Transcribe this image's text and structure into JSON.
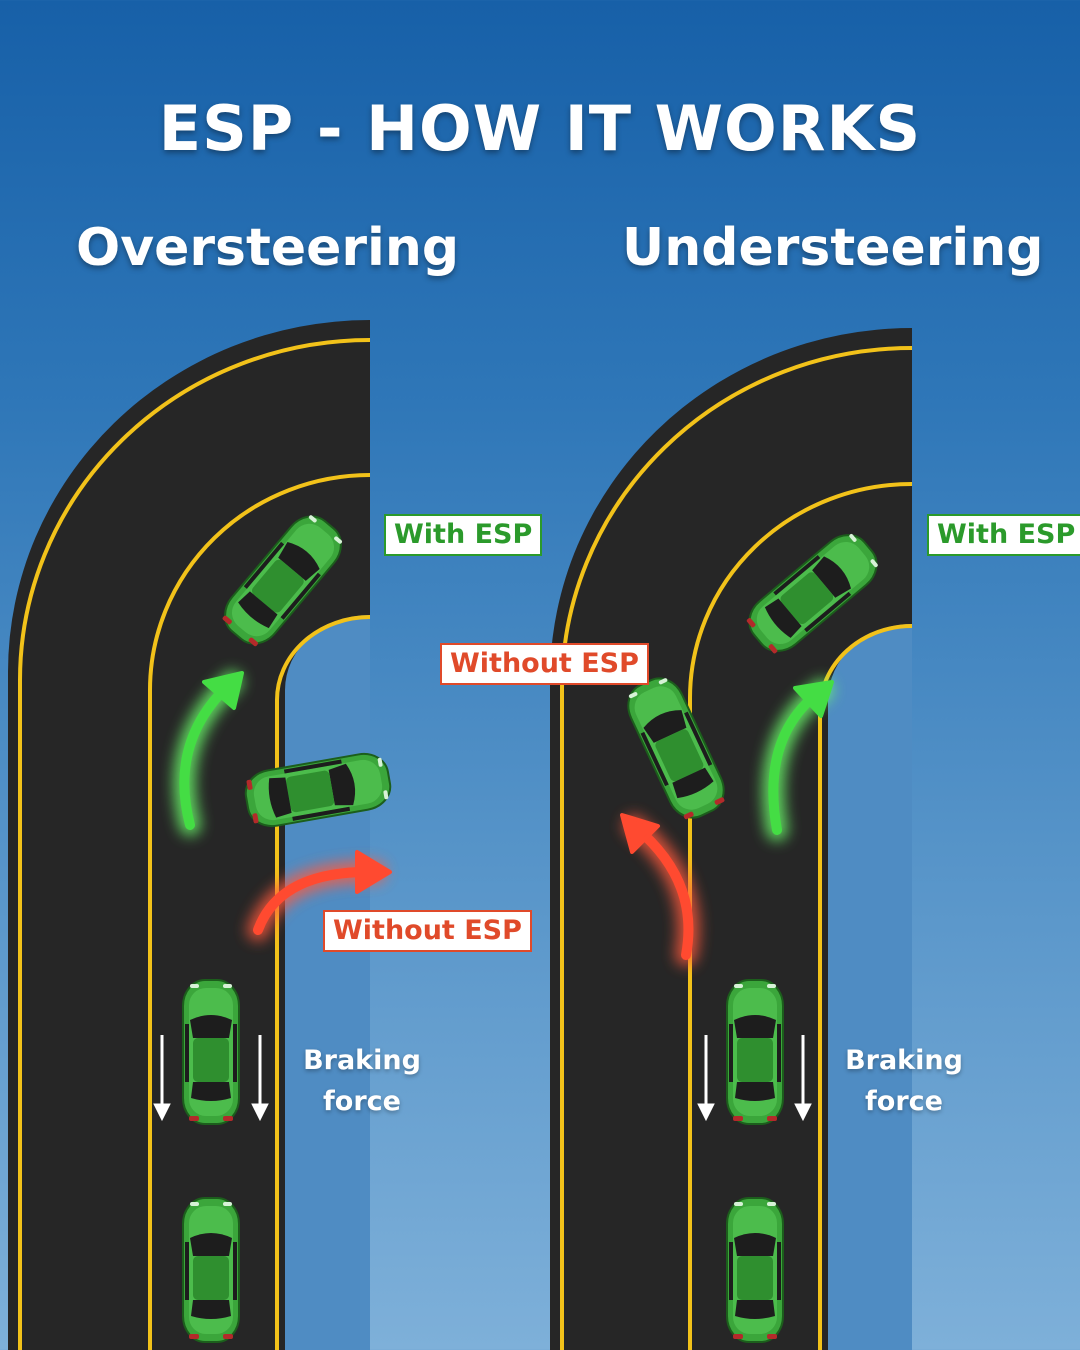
{
  "title": "ESP - HOW IT WORKS",
  "panels": {
    "left": {
      "heading": "Oversteering",
      "with_label": "With ESP",
      "without_label": "Without ESP",
      "braking_line1": "Braking",
      "braking_line2": "force"
    },
    "right": {
      "heading": "Understeering",
      "with_label": "With ESP",
      "without_label": "Without ESP",
      "braking_line1": "Braking",
      "braking_line2": "force"
    }
  },
  "colors": {
    "background_top": "#1760a8",
    "background_bottom": "#7eb0d9",
    "road": "#262626",
    "lane_line": "#f2c21a",
    "car": "#3ba63b",
    "with_esp": "#2b9a2b",
    "without_esp": "#e04a2a",
    "arrow_glow_green": "#6dff6d",
    "arrow_glow_red": "#ff5a3c"
  },
  "icons": [
    "car-icon",
    "curved-arrow-icon",
    "down-arrow-icon"
  ]
}
